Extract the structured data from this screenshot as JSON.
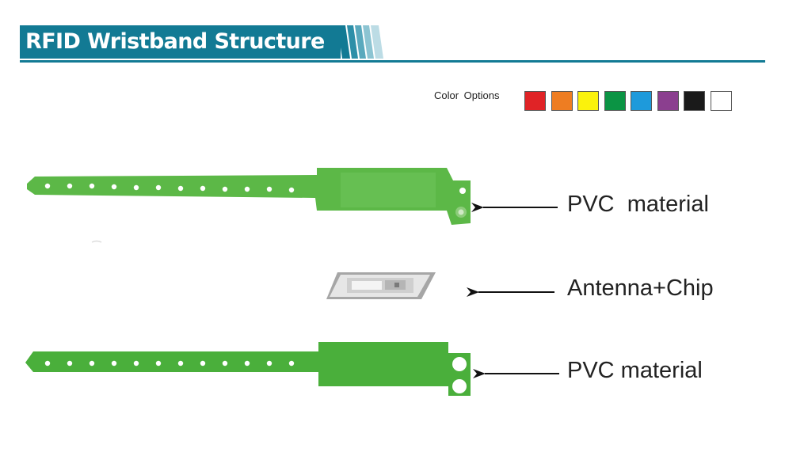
{
  "header": {
    "title": "RFID Wristband Structure",
    "accent": "#127a94"
  },
  "color_options": {
    "label": "Color  Options",
    "swatches": [
      "#e02326",
      "#ee7d22",
      "#fbf20c",
      "#0b9444",
      "#1e9adb",
      "#8b3f8f",
      "#1a1a1a",
      "#ffffff"
    ]
  },
  "layers": [
    {
      "label": "PVC  material",
      "icon": "arrow-left-icon",
      "color": "#4aaf3b"
    },
    {
      "label": "Antenna+Chip",
      "icon": "arrow-left-icon",
      "color": "#c8c8c8"
    },
    {
      "label": "PVC material",
      "icon": "arrow-left-icon",
      "color": "#4aaf3b"
    }
  ]
}
